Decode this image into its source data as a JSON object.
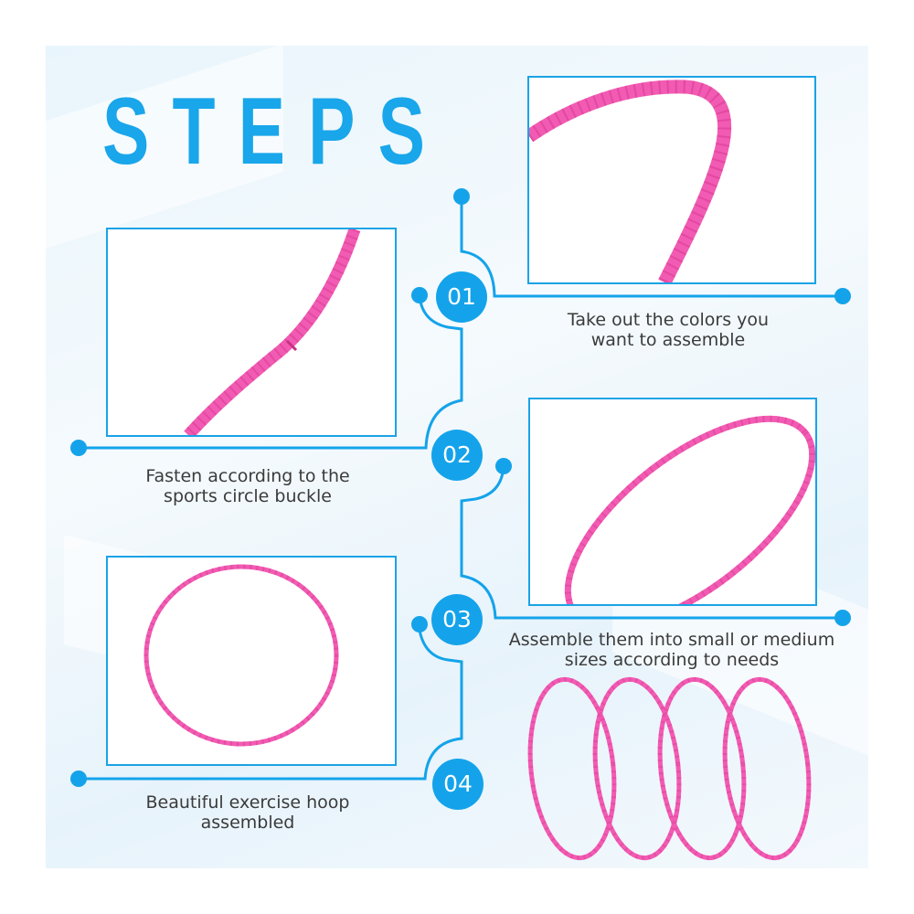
{
  "title": "STEPS",
  "colors": {
    "accent": "#14a3ea",
    "title": "#19a6ea",
    "hoop_pink": "#f25bb3",
    "caption_text": "#3b3b3b",
    "background": "#eaf5fc"
  },
  "steps": [
    {
      "number": "01",
      "caption_lines": [
        "Take out the colors you",
        "want to assemble"
      ]
    },
    {
      "number": "02",
      "caption_lines": [
        "Fasten according to the",
        "sports circle buckle"
      ]
    },
    {
      "number": "03",
      "caption_lines": [
        "Assemble them into small or medium",
        "sizes according to needs"
      ]
    },
    {
      "number": "04",
      "caption_lines": [
        "Beautiful exercise hoop",
        "assembled"
      ]
    }
  ]
}
